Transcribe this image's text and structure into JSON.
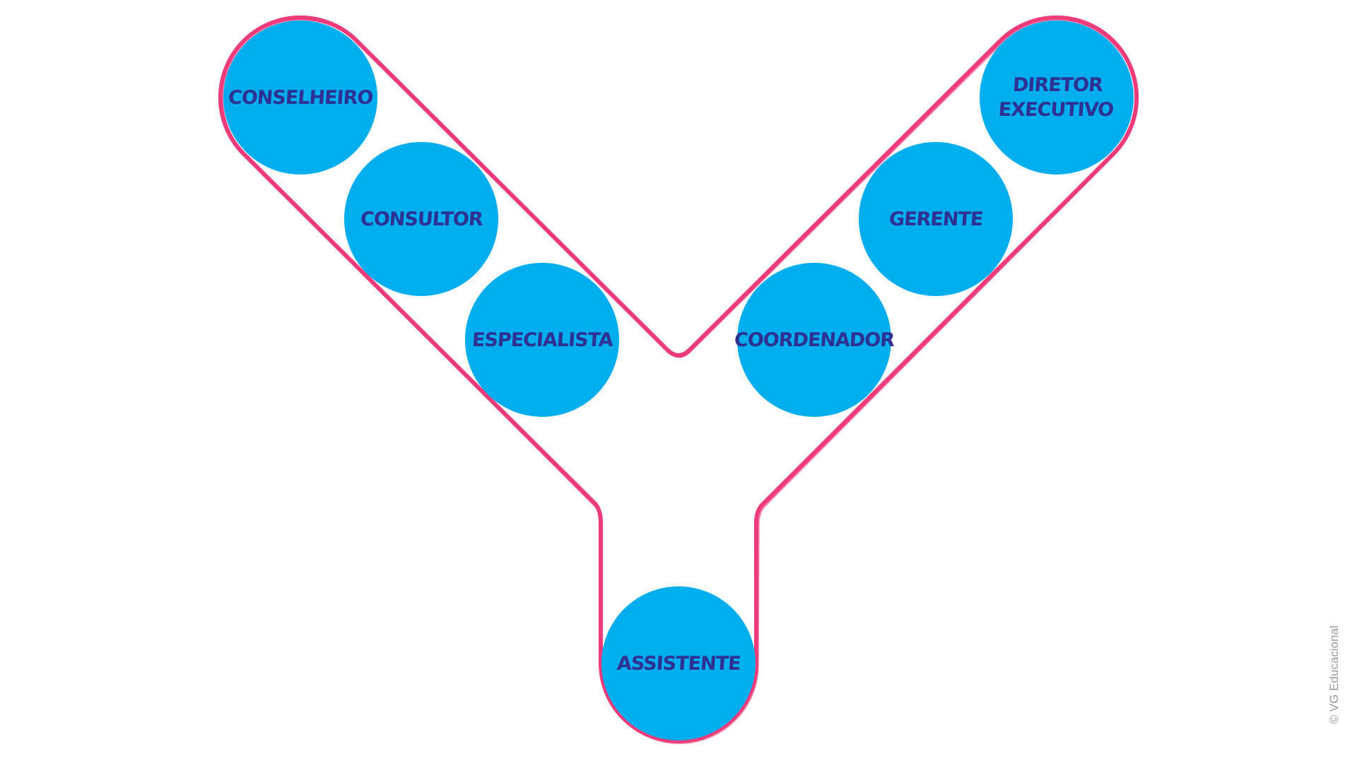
{
  "diagram": {
    "nodes": {
      "conselheiro": "CONSELHEIRO",
      "consultor": "CONSULTOR",
      "especialista": "ESPECIALISTA",
      "coordenador": "COORDENADOR",
      "gerente": "GERENTE",
      "diretor": "DIRETOR\nEXECUTIVO",
      "assistente": "ASSISTENTE"
    },
    "colors": {
      "circle": "#00adef",
      "outline": "#ee3b7a",
      "text": "#2e3192"
    }
  },
  "copyright": "© VG Educacional"
}
